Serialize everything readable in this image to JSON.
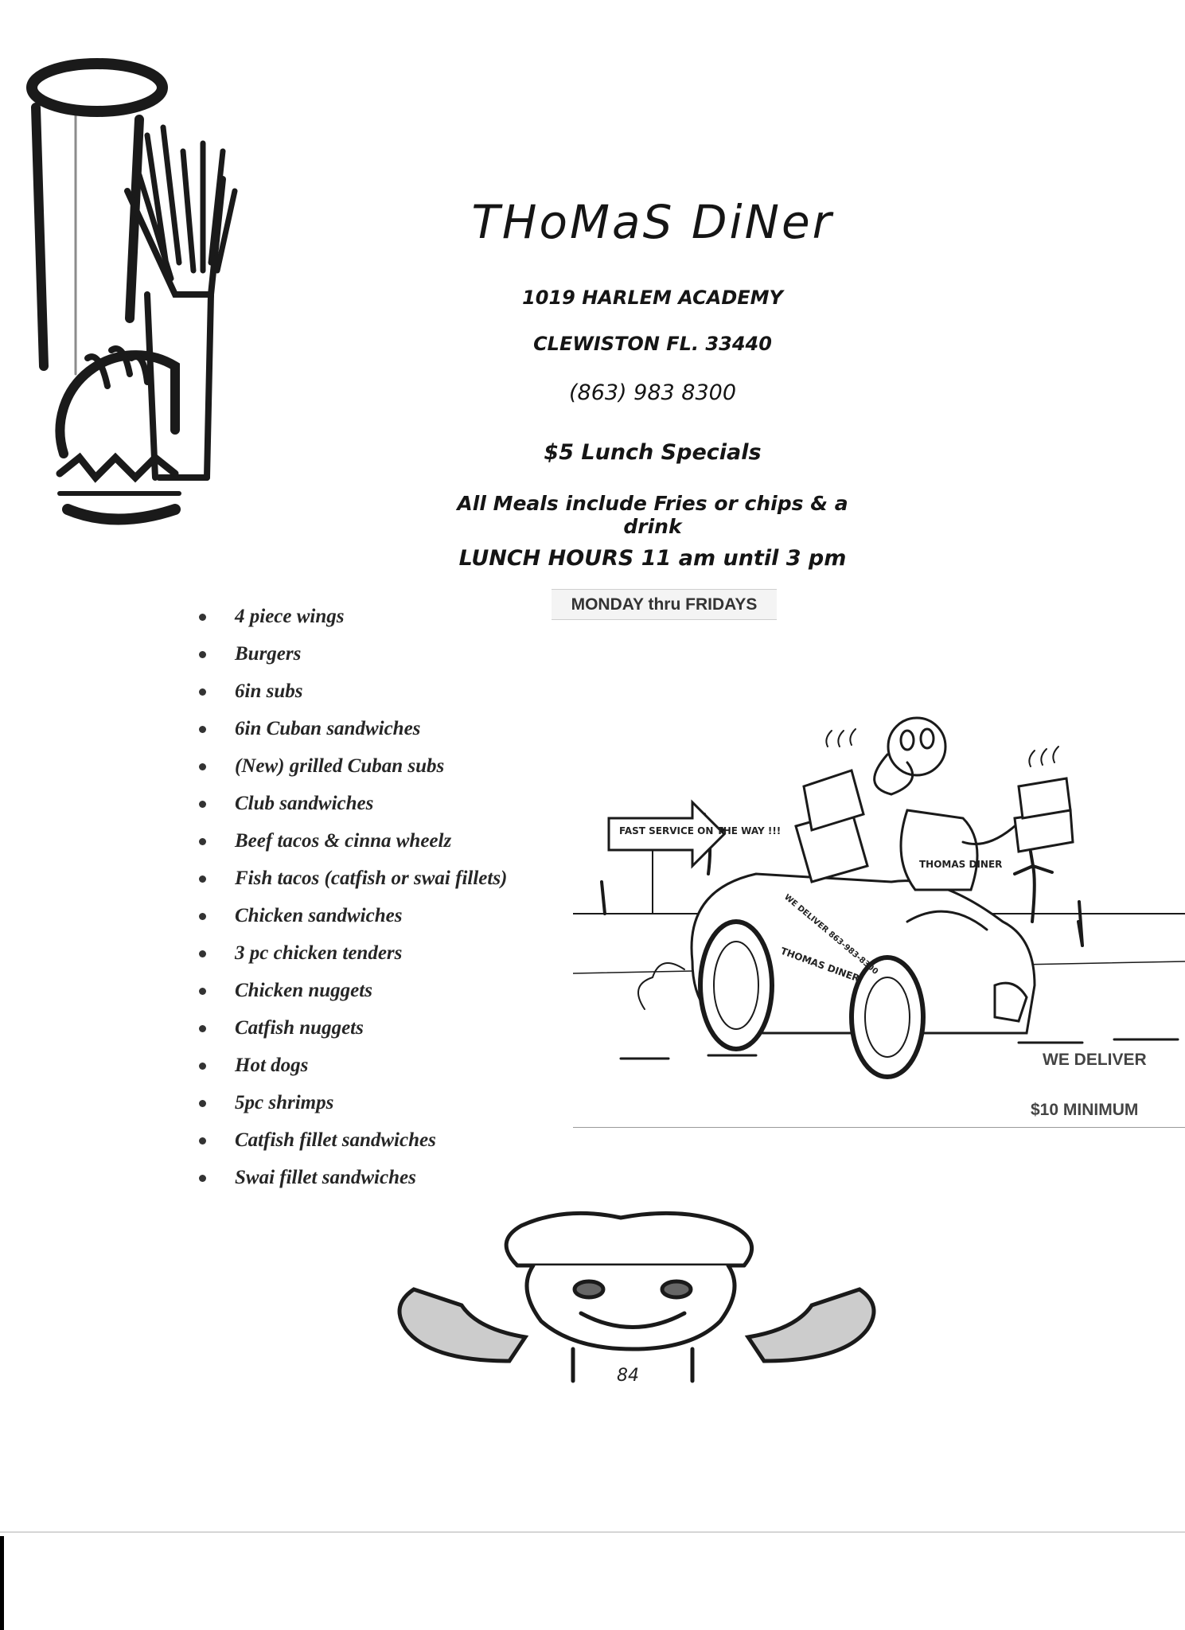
{
  "header": {
    "title": "THoMaS DiNer",
    "address_line1": "1019 HARLEM ACADEMY",
    "address_line2": "CLEWISTON FL. 33440",
    "phone": "(863) 983 8300",
    "special": "$5 Lunch Specials",
    "meals_note": "All Meals include Fries or chips & a drink",
    "hours": "LUNCH HOURS 11 am until 3 pm",
    "days": "MONDAY thru FRIDAYS"
  },
  "menu": {
    "items": [
      "4 piece wings",
      "Burgers",
      "6in subs",
      "6in Cuban sandwiches",
      "(New) grilled Cuban subs",
      "Club sandwiches",
      "Beef tacos & cinna wheelz",
      "Fish tacos (catfish or swai fillets)",
      "Chicken sandwiches",
      "3 pc chicken tenders",
      "Chicken nuggets",
      "Catfish nuggets",
      "Hot dogs",
      "5pc shrimps",
      "Catfish fillet sandwiches",
      "Swai fillet sandwiches"
    ]
  },
  "delivery": {
    "deliver_label": "WE DELIVER",
    "minimum_label": "$10 MINIMUM",
    "sign_text": "FAST SERVICE ON THE WAY !!!",
    "shirt_text": "THOMAS DINER",
    "car_text": "THOMAS DINER",
    "car_phone_text": "WE DELIVER 863-983-8300"
  },
  "chef": {
    "initials": "84"
  }
}
